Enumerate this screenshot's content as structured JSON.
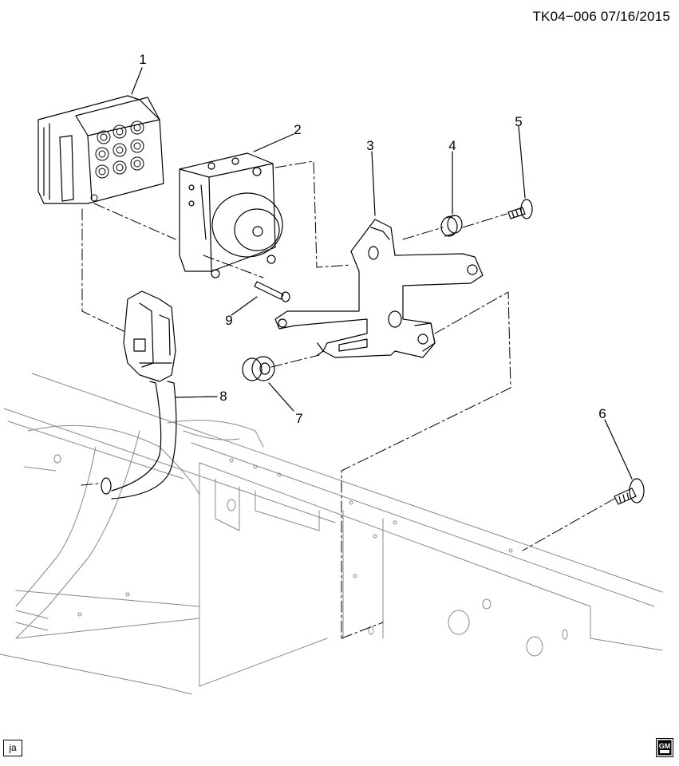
{
  "header": {
    "reference_code": "TK04−006  07/16/2015"
  },
  "callouts": [
    "1",
    "2",
    "3",
    "4",
    "5",
    "6",
    "7",
    "8",
    "9"
  ],
  "footer": {
    "illustrator_code": "ja",
    "brand_logo_text": "GM"
  },
  "colors": {
    "line": "#000000",
    "background": "#ffffff",
    "frame_line": "#888888"
  }
}
